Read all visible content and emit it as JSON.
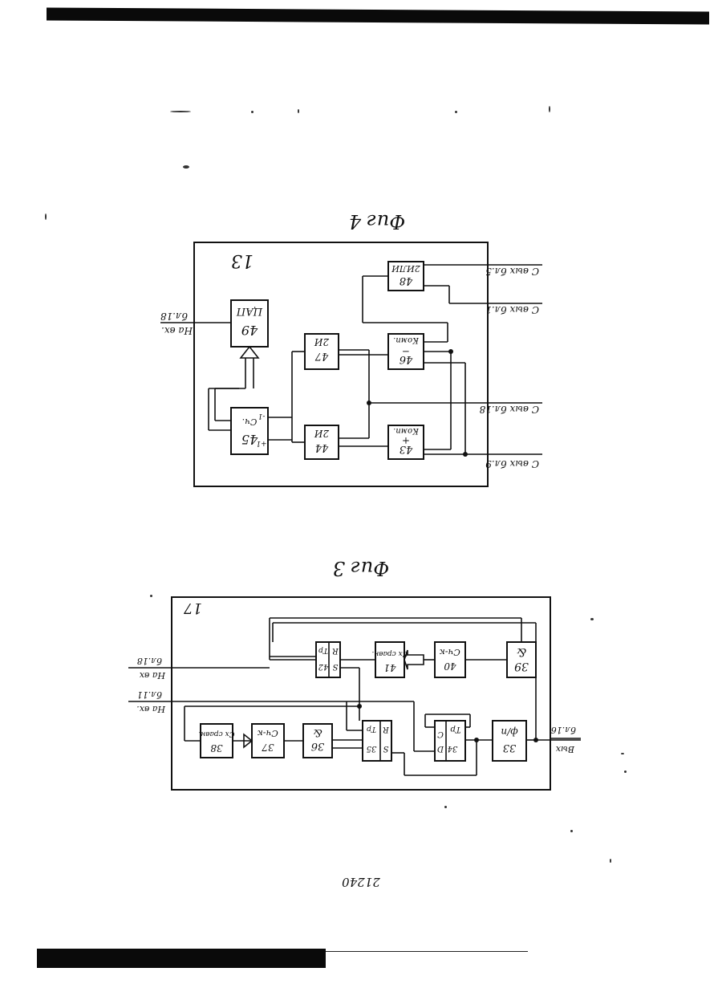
{
  "page_number": "21240",
  "fig4": {
    "caption": "Фиг 4",
    "frame_label": "13",
    "blocks": {
      "b49": {
        "num": "49",
        "name": "ЦАП"
      },
      "b48": {
        "num": "48",
        "name": "2ИЛИ"
      },
      "b47": {
        "num": "47",
        "name": "2И"
      },
      "b46": {
        "num": "46",
        "name": "Комп."
      },
      "b46_sign": "−",
      "b45": {
        "num": "45",
        "name": "Сч."
      },
      "b45_plus": "+1",
      "b45_minus": "-1",
      "b44": {
        "num": "44",
        "name": "2И"
      },
      "b43": {
        "num": "43",
        "name": "Комп."
      },
      "b43_sign": "+"
    },
    "labels": {
      "in_b5": "С вых бл.5",
      "in_b1": "С вых бл.1",
      "in_b18": "С вых бл.18",
      "in_b9": "С вых бл.9",
      "out_line1": "На вх.",
      "out_line2": "бл.18"
    }
  },
  "fig3": {
    "caption": "Фиг 3",
    "frame_label": "17",
    "blocks": {
      "b39": {
        "num": "39",
        "name": "&"
      },
      "b40": {
        "num": "40",
        "name": "Сч-к"
      },
      "b41": {
        "num": "41",
        "name": "Сх сравн."
      },
      "b42": {
        "num": "42",
        "name": "Тр"
      },
      "b42_s": "S",
      "b42_r": "R",
      "b33": {
        "num": "33",
        "name": "ф/п"
      },
      "b34": {
        "num": "34",
        "name": "Тр"
      },
      "b34_d": "D",
      "b34_c": "С",
      "b35": {
        "num": "35",
        "name": "Тр"
      },
      "b35_s": "S",
      "b35_r": "R",
      "b36": {
        "num": "36",
        "name": "&"
      },
      "b37": {
        "num": "37",
        "name": "Сч-к"
      },
      "b38": {
        "num": "38",
        "name": "Сх сравн."
      }
    },
    "labels": {
      "in_line1": "Вых",
      "in_line2": "бл.16",
      "out1_line1": "На вх.",
      "out1_line2": "бл.11",
      "out2_line1": "На вх",
      "out2_line2": "бл.18"
    }
  }
}
